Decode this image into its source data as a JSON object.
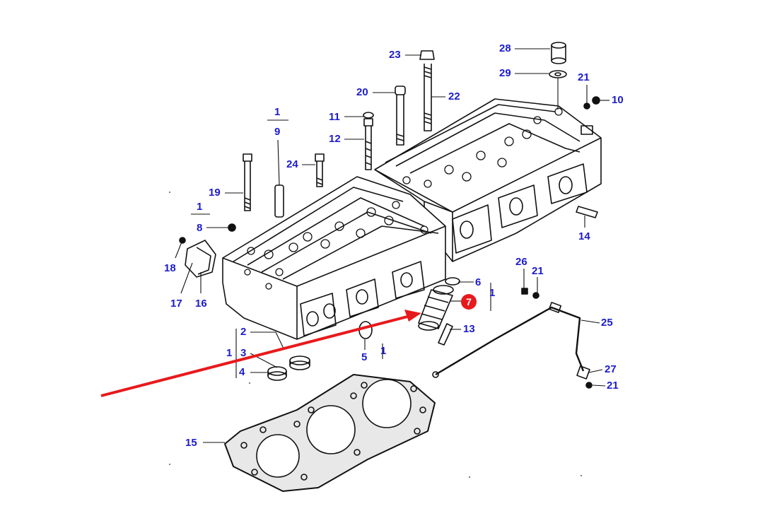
{
  "diagram": {
    "highlight_color": "#e8191c",
    "label_color": "#1c1ccc",
    "highlighted_part": "7",
    "labels": {
      "l28": "28",
      "l29": "29",
      "l23": "23",
      "l21a": "21",
      "l10": "10",
      "l20": "20",
      "l22": "22",
      "l1a": "1",
      "l9": "9",
      "l11": "11",
      "l12": "12",
      "l24": "24",
      "l19": "19",
      "l1b": "1",
      "l8": "8",
      "l18": "18",
      "l17": "17",
      "l16": "16",
      "l14": "14",
      "l26": "26",
      "l21b": "21",
      "l6": "6",
      "l1c": "1",
      "l13": "13",
      "l25": "25",
      "l2": "2",
      "l1d": "1",
      "l3": "3",
      "l4": "4",
      "l5": "5",
      "l1e": "1",
      "l27": "27",
      "l21c": "21",
      "l15": "15"
    }
  }
}
